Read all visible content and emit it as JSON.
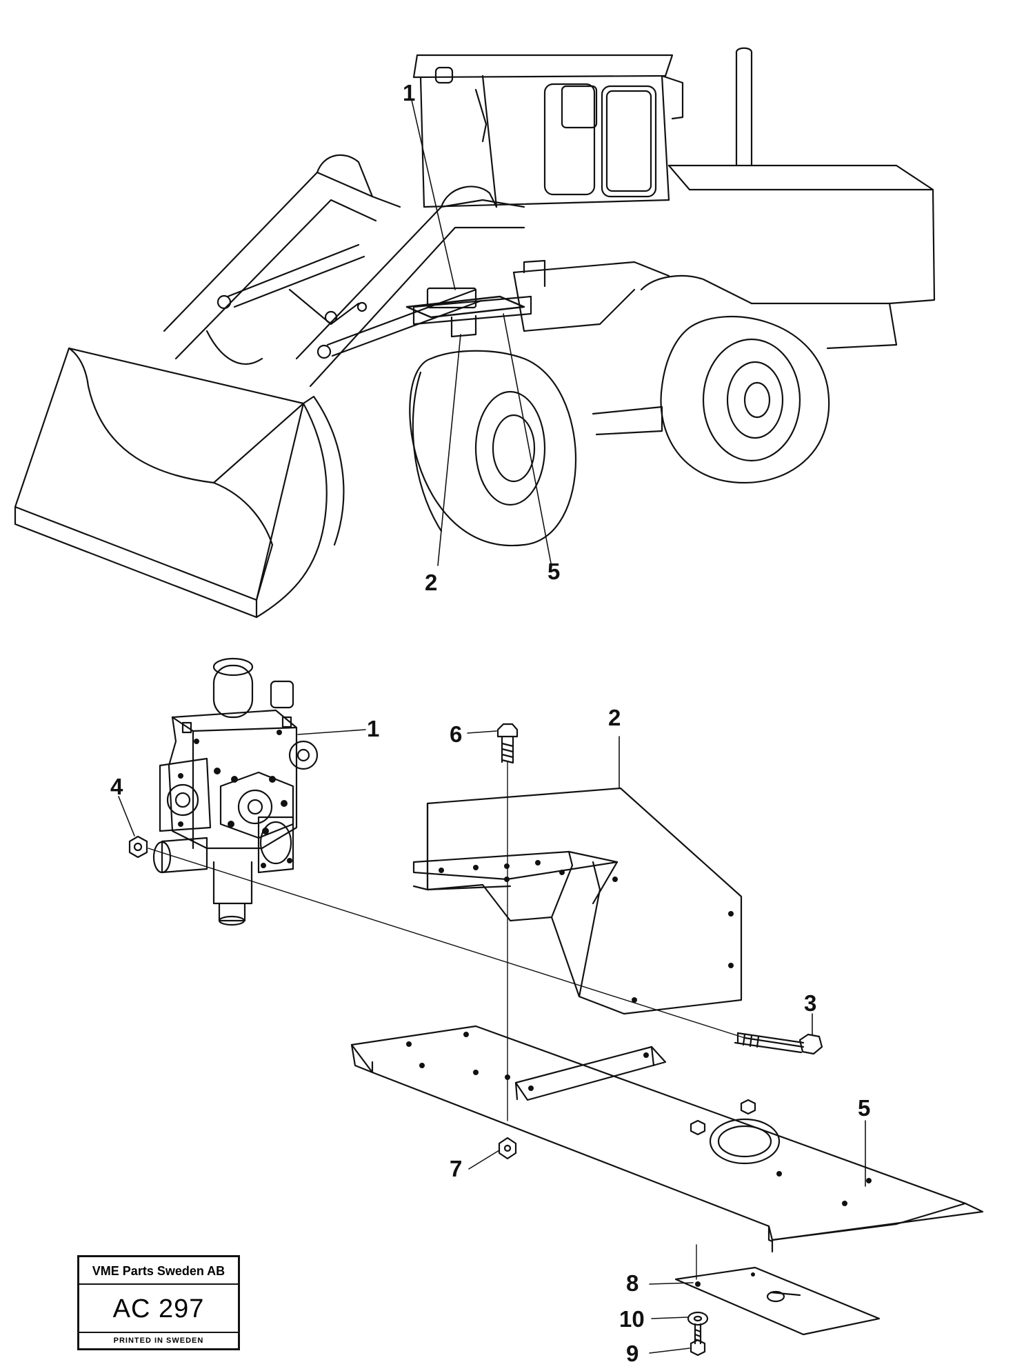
{
  "callouts": {
    "top_1": "1",
    "top_2": "2",
    "top_5": "5",
    "part_1": "1",
    "part_2": "2",
    "part_3": "3",
    "part_4": "4",
    "part_5": "5",
    "part_6": "6",
    "part_7": "7",
    "part_8": "8",
    "part_9": "9",
    "part_10": "10"
  },
  "title_block": {
    "company": "VME Parts Sweden AB",
    "code": "AC 297",
    "printed": "PRINTED IN SWEDEN"
  }
}
